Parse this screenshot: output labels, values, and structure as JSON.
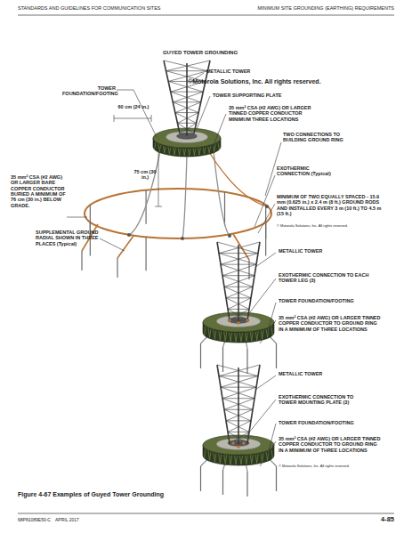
{
  "diagram": {
    "caption": "Figure 4-67 Examples of Guyed Tower Grounding",
    "labels": [
      "STANDARDS AND GUIDELINES FOR COMMUNICATION SITES",
      "MINIMUM SITE GROUNDING (EARTHING) REQUIREMENTS",
      "GUYED TOWER GROUNDING",
      "METALLIC TOWER",
      "©Motorola Solutions, Inc. All rights reserved.",
      "TOWER FOUNDATION/FOOTING",
      "TOWER SUPPORTING PLATE",
      "60 cm (24 in.)",
      "35 mm² CSA (#2 AWG) OR LARGER TINNED COPPER CONDUCTOR MINIMUM THREE LOCATIONS",
      "TWO CONNECTIONS TO BUILDING GROUND RING",
      "75 cm (30 in.)",
      "EXOTHERMIC CONNECTION (Typical)",
      "35 mm² CSA (#2 AWG) OR LARGER BARE COPPER CONDUCTOR BURIED A MINIMUM OF 76 cm (30 in.) BELOW GRADE.",
      "MINIMUM OF TWO EQUALLY SPACED - 15.9 mm (0.625 in.) x 2.4 m (8 ft.) GROUND RODS AND INSTALLED EVERY 3 m (10 ft.) TO 4.5 m (15 ft.)",
      "SUPPLEMENTAL GROUND RADIAL SHOWN IN THREE PLACES (Typical)",
      "© Motorola Solutions, Inc. All rights reserved.",
      "METALLIC TOWER",
      "EXOTHERMIC CONNECTION TO EACH TOWER LEG (3)",
      "TOWER FOUNDATION/FOOTING",
      "35 mm² CSA (#2 AWG) OR LARGER TINNED COPPER CONDUCTOR TO GROUND RING IN A MINIMUM OF THREE LOCATIONS",
      "METALLIC TOWER",
      "EXOTHERMIC CONNECTION TO TOWER MOUNTING PLATE (3)",
      "TOWER FOUNDATION/FOOTING",
      "35 mm² CSA (#2 AWG) OR LARGER TINNED COPPER CONDUCTOR TO GROUND RING IN A MINIMUM OF THREE LOCATIONS",
      "© Motorola Solutions, Inc. All rights reserved.",
      "68P81089E50-C",
      "APRIL 2017",
      "4-85"
    ]
  }
}
